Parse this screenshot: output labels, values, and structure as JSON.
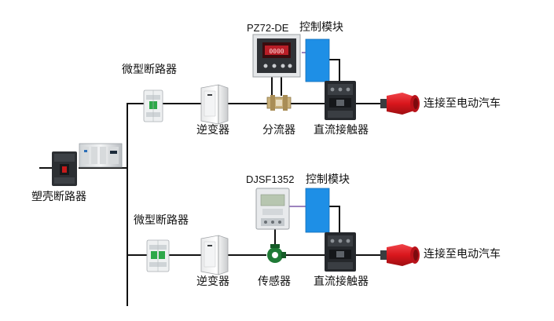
{
  "labels": {
    "main_breaker": "塑壳断路器",
    "top": {
      "mcb": "微型断路器",
      "inverter": "逆变器",
      "meter_model": "PZ72-DE",
      "control_module": "控制模块",
      "shunt": "分流器",
      "contactor": "直流接触器",
      "ev": "连接至电动汽车"
    },
    "bottom": {
      "mcb": "微型断路器",
      "inverter": "逆变器",
      "meter_model": "DJSF1352",
      "control_module": "控制模块",
      "sensor": "传感器",
      "contactor": "直流接触器",
      "ev": "连接至电动汽车"
    }
  },
  "colors": {
    "wire": "#111111",
    "module_blue": "#1e8fe6",
    "plug_red": "#d9161c",
    "meter_display": "#c8202a"
  }
}
